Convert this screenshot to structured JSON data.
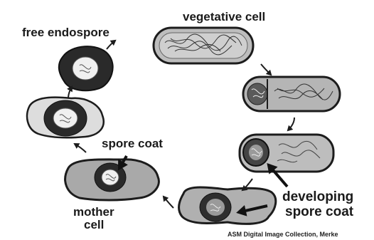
{
  "labels": {
    "vegetative_cell": "vegetative cell",
    "free_endospore": "free endospore",
    "spore_coat": "spore coat",
    "mother_cell_line1": "mother",
    "mother_cell_line2": "cell",
    "developing_line1": "developing",
    "developing_line2": "spore coat"
  },
  "credit": "ASM Digital Image Collection, Merke",
  "colors": {
    "outline": "#1c1c1c",
    "cell_fill": "#a9a9a9",
    "cell_light": "#d8d8d8",
    "spore_dark": "#3a3a3a",
    "core": "#f2f2f2"
  }
}
